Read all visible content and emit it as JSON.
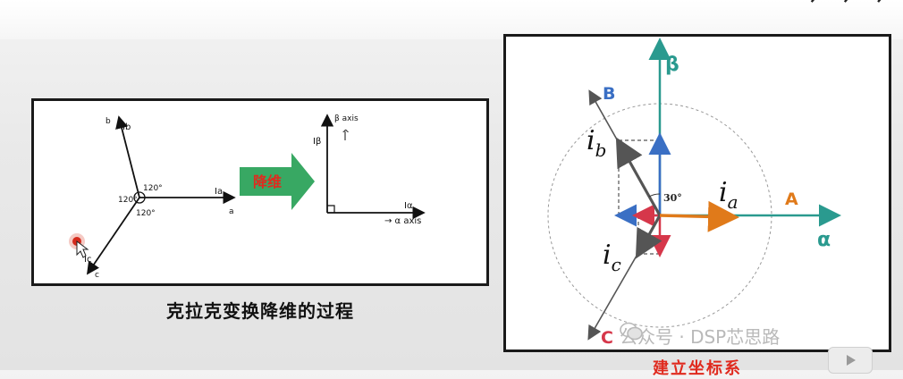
{
  "top_fragment": "ᐟ ᐟ ᐟ",
  "left_diagram": {
    "caption": "克拉克变换降维的过程",
    "label_b": "b",
    "label_Ib": "Ib",
    "label_a": "a",
    "label_Ia": "Ia",
    "label_c": "c",
    "label_Ic": "Ic",
    "angle_top": "120°",
    "angle_left": "120°",
    "angle_bottom": "120°",
    "arrow_text": "降维",
    "beta_axis": "β axis",
    "I_beta": "Iβ",
    "I_alpha": "Iα",
    "alpha_axis": "→ α axis"
  },
  "right_diagram": {
    "caption": "建立坐标系",
    "beta": "β",
    "alpha": "α",
    "A": "A",
    "B": "B",
    "C": "C",
    "ia_i": "i",
    "ia_sub": "a",
    "ib_i": "i",
    "ib_sub": "b",
    "ic_i": "i",
    "ic_sub": "c",
    "angle": "30°"
  },
  "watermark": "公众号 · DSP芯思路",
  "colors": {
    "teal": "#2a9a8f",
    "blue": "#3a6fc4",
    "orange": "#e07a1a",
    "red": "#d6374a",
    "gray": "#555555",
    "arrow_green": "#38a863",
    "caption_red": "#e02a1e"
  }
}
